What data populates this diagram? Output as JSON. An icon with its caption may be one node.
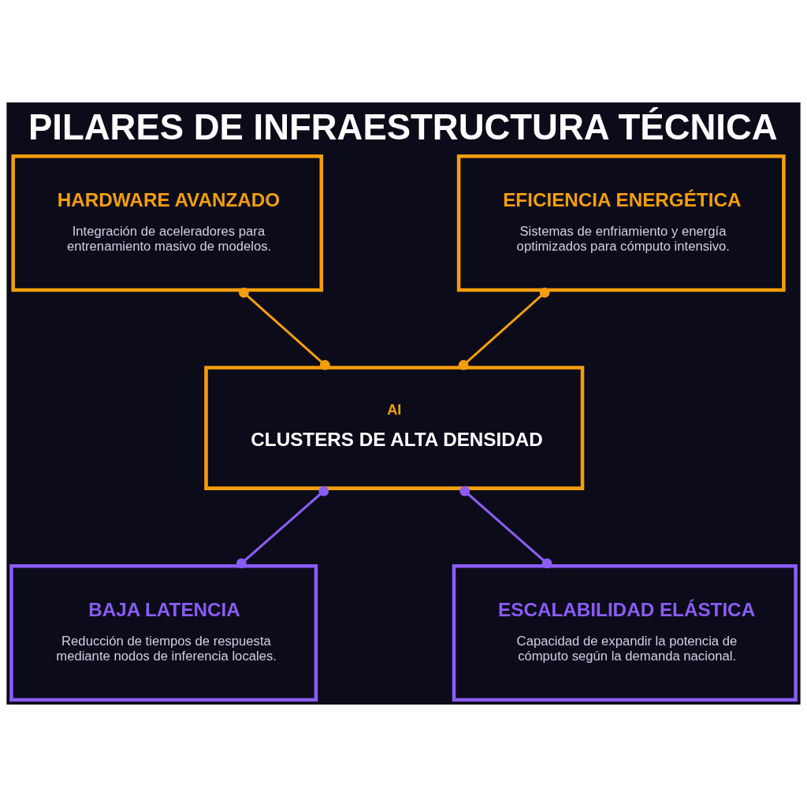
{
  "diagram": {
    "title": "PILARES DE INFRAESTRUCTURA TÉCNICA",
    "nodes": [
      {
        "text": [
          "HARDWARE AVANZADO",
          "Integración de aceleradores para entrenamiento masivo de modelos."
        ]
      },
      {
        "text": [
          "EFICIENCIA ENERGÉTICA",
          "Sistemas de enfriamiento y energía optimizados para cómputo intensivo."
        ]
      },
      {
        "text": [
          "AI",
          "CLUSTERS DE ALTA DENSIDAD"
        ]
      },
      {
        "text": [
          "BAJA LATENCIA",
          "Reducción de tiempos de respuesta mediante nodos de inferencia locales."
        ]
      },
      {
        "text": [
          "ESCALABILIDAD ELÁSTICA",
          "Capacidad de expandir la potencia de cómputo según la demanda nacional."
        ]
      }
    ],
    "edges": [
      {
        "from": 0,
        "to": 2,
        "arrow": "other",
        "color": "#f59e0b"
      },
      {
        "from": 1,
        "to": 2,
        "arrow": "other",
        "color": "#f59e0b"
      },
      {
        "from": 2,
        "to": 3,
        "arrow": "other",
        "color": "#8b5cf6"
      },
      {
        "from": 2,
        "to": 4,
        "arrow": "other",
        "color": "#8b5cf6"
      }
    ]
  }
}
